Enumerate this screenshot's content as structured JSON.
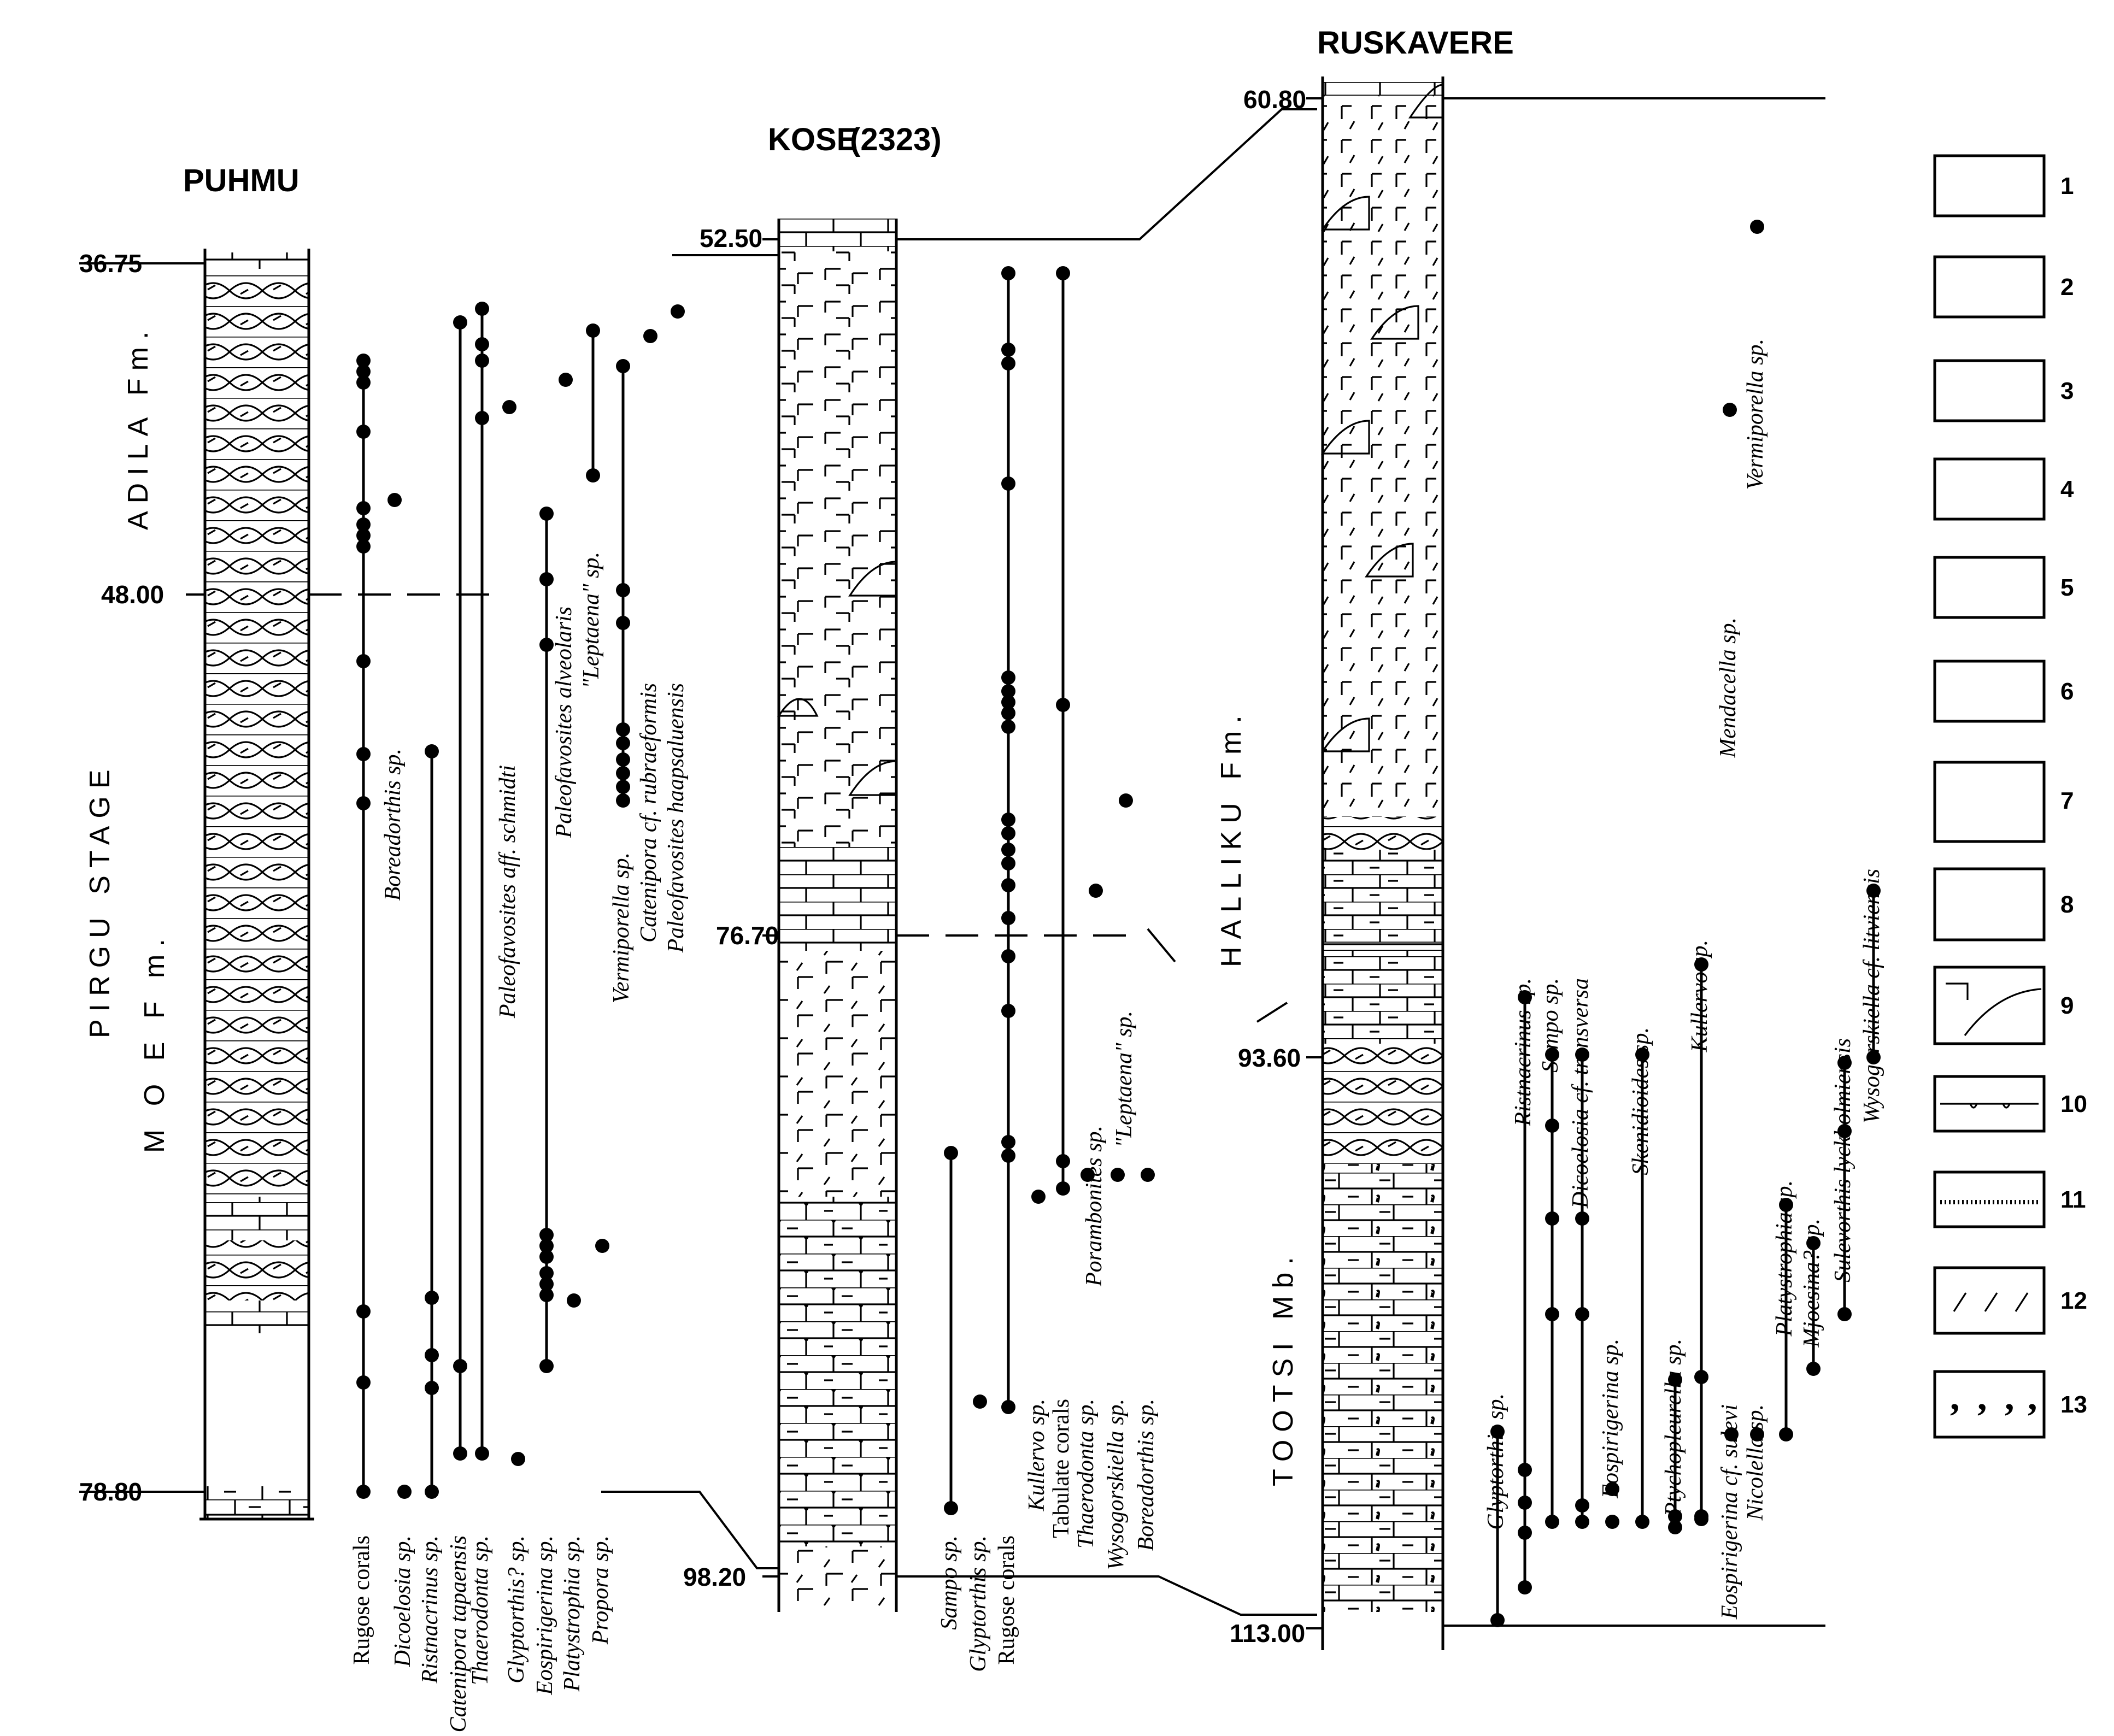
{
  "sections": [
    {
      "id": "puhmu",
      "name": "PUHMU",
      "depths": [
        "36.75",
        "48.00",
        "78.80"
      ]
    },
    {
      "id": "kose",
      "name": "KOSE",
      "name_suffix": "(2323)",
      "depths": [
        "52.50",
        "76.70",
        "98.20"
      ]
    },
    {
      "id": "ruskavere",
      "name": "RUSKAVERE",
      "depths": [
        "60.80",
        "93.60",
        "113.00"
      ]
    }
  ],
  "stratigraphy": {
    "stage": "PIRGU  STAGE",
    "puhmu_upper_fm": "ADILA Fm.",
    "puhmu_lower_fm": "M O E   F m.",
    "ruskavere_fm": "HALLIKU   Fm.",
    "ruskavere_mb": "TOOTSI  Mb."
  },
  "taxa": {
    "puhmu": [
      {
        "name": "Rugose corals",
        "italic": false
      },
      {
        "name": "Dicoelosia",
        "suffix": " sp.",
        "italic": true
      },
      {
        "name": "Ristnacrinus",
        "suffix": " sp.",
        "italic": true
      },
      {
        "name": "Catenipora tapaensis",
        "suffix": "",
        "italic": true
      },
      {
        "name": "Thaerodonta",
        "suffix": " sp.",
        "italic": true
      },
      {
        "name": "Glyptorthis?",
        "suffix": " sp.",
        "italic": true
      },
      {
        "name": "Eospirigerina",
        "suffix": " sp.",
        "italic": true
      },
      {
        "name": "Platystrophia",
        "suffix": " sp.",
        "italic": true
      },
      {
        "name": "Propora",
        "suffix": " sp.",
        "italic": true
      },
      {
        "name": "Boreadorthis",
        "suffix": " sp.",
        "italic": true
      },
      {
        "name": "Paleofavosites",
        "suffix": " aff. schmidti",
        "italic": true
      },
      {
        "name": "Paleofavosites alveolaris",
        "suffix": "",
        "italic": true
      },
      {
        "name": "\"Leptaena\"",
        "suffix": " sp.",
        "italic": true
      },
      {
        "name": "Vermiporella",
        "suffix": " sp.",
        "italic": true
      },
      {
        "name": "Catenipora",
        "suffix": " cf. rubraeformis",
        "italic": true
      },
      {
        "name": "Paleofavosites haapsaluensis",
        "suffix": "",
        "italic": true
      }
    ],
    "kose": [
      {
        "name": "Sampo",
        "suffix": " sp.",
        "italic": true
      },
      {
        "name": "Glyptorthis",
        "suffix": " sp.",
        "italic": true
      },
      {
        "name": "Rugose corals",
        "italic": false
      },
      {
        "name": "Kullervo",
        "suffix": " sp.",
        "italic": true
      },
      {
        "name": "Tabulate corals",
        "italic": false
      },
      {
        "name": "Thaerodonta",
        "suffix": " sp.",
        "italic": true
      },
      {
        "name": "Wysogorskiella",
        "suffix": " sp.",
        "italic": true
      },
      {
        "name": "Boreadorthis",
        "suffix": " sp.",
        "italic": true
      },
      {
        "name": "Porambonites",
        "suffix": " sp.",
        "italic": true
      },
      {
        "name": "\"Leptaena\"",
        "suffix": " sp.",
        "italic": true
      }
    ],
    "ruskavere": [
      {
        "name": "Glyptorthis",
        "suffix": " sp.",
        "italic": true
      },
      {
        "name": "Ristnacrinus",
        "suffix": " sp.",
        "italic": true
      },
      {
        "name": "Sampo",
        "suffix": " sp.",
        "italic": true
      },
      {
        "name": "Dicoelosia",
        "suffix": " cf. transversa",
        "italic": true
      },
      {
        "name": "Eospirigerina",
        "suffix": " sp.",
        "italic": true
      },
      {
        "name": "Skenidioides",
        "suffix": " sp.",
        "italic": true
      },
      {
        "name": "Ptychopleurella",
        "suffix": " sp.",
        "italic": true
      },
      {
        "name": "Kullervo",
        "suffix": " sp.",
        "italic": true
      },
      {
        "name": "Eospirigerina",
        "suffix": " cf. sulevi",
        "italic": true
      },
      {
        "name": "Nicolella",
        "suffix": " sp.",
        "italic": true
      },
      {
        "name": "Platystrophia",
        "suffix": " sp.",
        "italic": true
      },
      {
        "name": "Mjoesina?",
        "suffix": " sp.",
        "italic": true
      },
      {
        "name": "Sulevorthis lyckholmiensis",
        "suffix": "",
        "italic": true
      },
      {
        "name": "Wysogorskiella",
        "suffix": " cf. litviensis",
        "italic": true
      },
      {
        "name": "Mendacella",
        "suffix": " sp.",
        "italic": true
      },
      {
        "name": "Vermiporella",
        "suffix": " sp.",
        "italic": true
      }
    ]
  },
  "legend": [
    "1",
    "2",
    "3",
    "4",
    "5",
    "6",
    "7",
    "8",
    "9",
    "10",
    "11",
    "12",
    "13"
  ]
}
